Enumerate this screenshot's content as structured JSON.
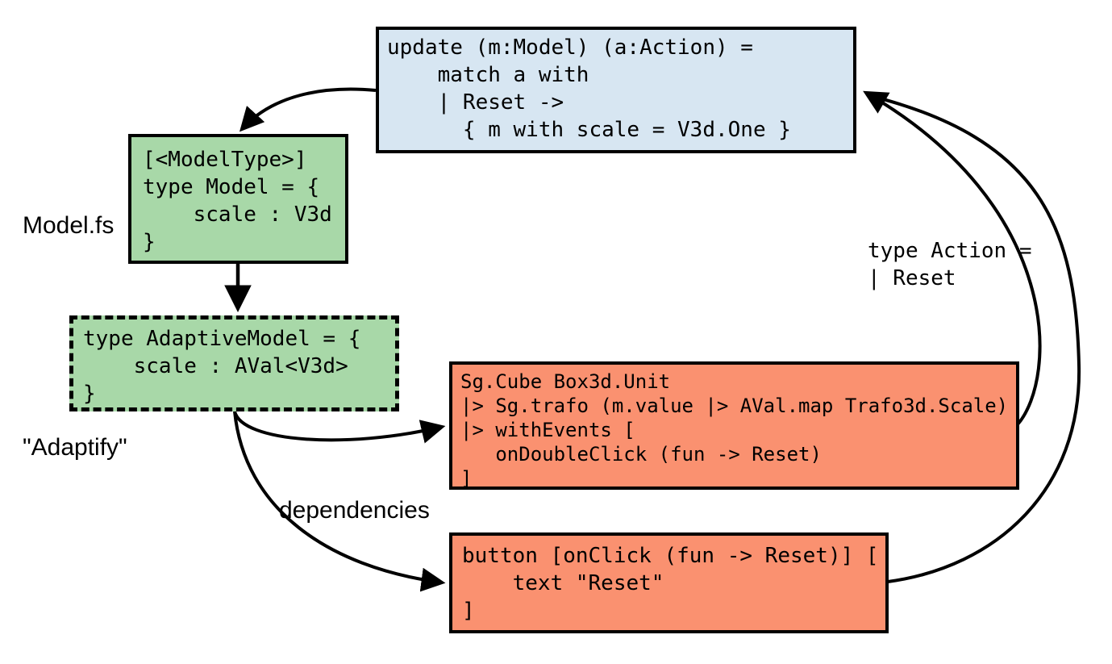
{
  "boxes": {
    "update": {
      "code": "update (m:Model) (a:Action) =\n    match a with\n    | Reset ->\n      { m with scale = V3d.One }",
      "fill": "#d7e6f2"
    },
    "model": {
      "code": "[<ModelType>]\ntype Model = {\n    scale : V3d\n}",
      "fill": "#a8d8a8"
    },
    "adaptive_model": {
      "code": "type AdaptiveModel = {\n    scale : AVal<V3d>\n}",
      "fill": "#a8d8a8"
    },
    "scene_graph": {
      "code": "Sg.Cube Box3d.Unit\n|> Sg.trafo (m.value |> AVal.map Trafo3d.Scale)\n|> withEvents [\n   onDoubleClick (fun -> Reset)\n]",
      "fill": "#fa9170"
    },
    "button_view": {
      "code": "button [onClick (fun -> Reset)] [\n    text \"Reset\"\n]",
      "fill": "#fa9170"
    }
  },
  "annotations": {
    "model_fs": "Model.fs",
    "adaptify": "\"Adaptify\"",
    "dependencies": "dependencies",
    "action_type": "type Action =\n| Reset"
  },
  "colors": {
    "background": "#ffffff",
    "stroke": "#000000",
    "update_blue": "#d7e6f2",
    "model_green": "#a8d8a8",
    "view_orange": "#fa9170"
  }
}
